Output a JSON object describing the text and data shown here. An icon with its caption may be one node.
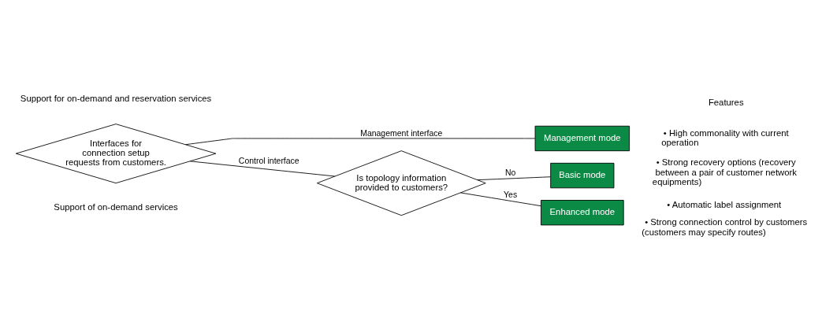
{
  "diagram": {
    "nodes": [
      {
        "text": [
          "Interfaces for connection setup requests from customers."
        ]
      },
      {
        "text": [
          "Management mode"
        ],
        "beside": [
          "• High commonality with current operation"
        ]
      },
      {
        "text": [
          "Is topology information provided to customers?"
        ]
      },
      {
        "text": [
          "Basic mode"
        ],
        "beside": [
          "• Strong recovery options (recovery between a pair of customer network equipments)",
          "• Automatic label assignment"
        ]
      },
      {
        "text": [
          "Enhanced mode"
        ],
        "beside": [
          "• Strong connection control by customers (customers may specify routes)"
        ]
      }
    ],
    "edges": [
      {
        "from": 0,
        "to": 1,
        "arrow": "none",
        "label": "Management interface"
      },
      {
        "from": 0,
        "to": 2,
        "arrow": "none",
        "label": "Control interface"
      },
      {
        "from": 2,
        "to": 3,
        "arrow": "none",
        "label": "No"
      },
      {
        "from": 2,
        "to": 4,
        "arrow": "none",
        "label": "Yes"
      }
    ],
    "labels": [
      "Support for on-demand and reservation services",
      "Features",
      "Support of on-demand services"
    ]
  }
}
